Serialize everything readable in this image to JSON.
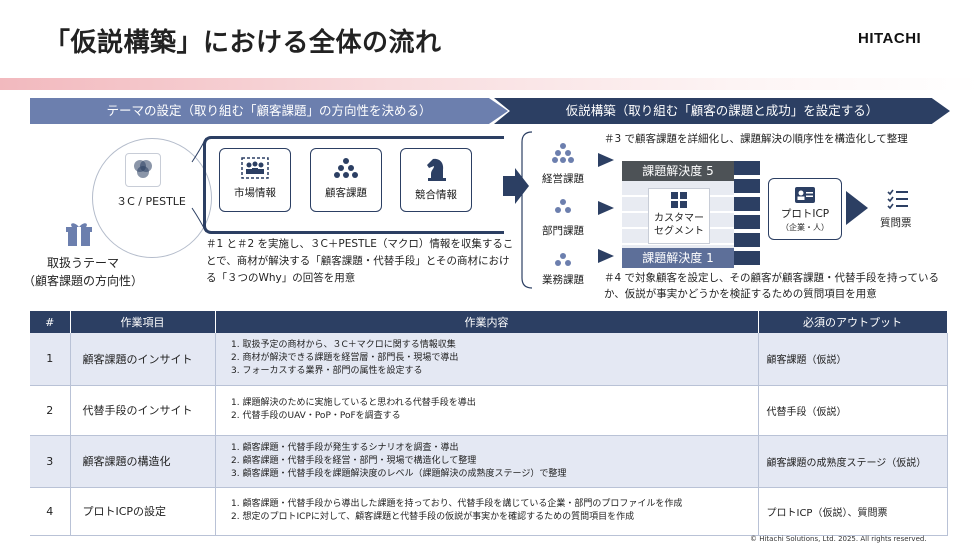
{
  "title": "「仮説構築」における全体の流れ",
  "logo": "HITACHI",
  "phases": [
    "テーマの設定（取り組む「顧客課題」の方向性を決める）",
    "仮説構築（取り組む「顧客の課題と成功」を設定する）"
  ],
  "theme": {
    "circle_label": "３C / PESTLE",
    "caption_line1": "取扱うテーマ",
    "caption_line2": "（顧客課題の方向性）"
  },
  "cards": [
    "市場情報",
    "顧客課題",
    "競合情報"
  ],
  "note1": "＃1 と＃2 を実施し、３C＋PESTLE（マクロ）情報を収集することで、商材が解決する「顧客課題・代替手段」とその商材における「３つのWhy」の回答を用意",
  "levels": [
    "経営課題",
    "部門課題",
    "業務課題"
  ],
  "note3": "＃3 で顧客課題を詳細化し、課題解決の順序性を構造化して整理",
  "stack": {
    "top": "課題解決度 5",
    "bottom": "課題解決度 1",
    "center_line1": "カスタマー",
    "center_line2": "セグメント"
  },
  "proto": {
    "title": "プロトICP",
    "sub": "（企業・人）"
  },
  "questionnaire": "質問票",
  "note4": "＃4 で対象顧客を設定し、その顧客が顧客課題・代替手段を持っているか、仮説が事実かどうかを検証するための質問項目を用意",
  "table": {
    "headers": [
      "#",
      "作業項目",
      "作業内容",
      "必須のアウトプット"
    ],
    "rows": [
      {
        "num": "1",
        "item": "顧客課題のインサイト",
        "content": [
          "取扱予定の商材から、３C＋マクロに関する情報収集",
          "商材が解決できる課題を経営層・部門長・現場で導出",
          "フォーカスする業界・部門の属性を設定する"
        ],
        "output": "顧客課題（仮説）"
      },
      {
        "num": "2",
        "item": "代替手段のインサイト",
        "content": [
          "課題解決のために実施していると思われる代替手段を導出",
          "代替手段のUAV・PoP・PoFを調査する"
        ],
        "output": "代替手段（仮説）"
      },
      {
        "num": "3",
        "item": "顧客課題の構造化",
        "content": [
          "顧客課題・代替手段が発生するシナリオを調査・導出",
          "顧客課題・代替手段を経営・部門・現場で構造化して整理",
          "顧客課題・代替手段を課題解決度のレベル（課題解決の成熟度ステージ）で整理"
        ],
        "output": "顧客課題の成熟度ステージ（仮説）"
      },
      {
        "num": "4",
        "item": "プロトICPの設定",
        "content": [
          "顧客課題・代替手段から導出した課題を持っており、代替手段を講じている企業・部門のプロファイルを作成",
          "想定のプロトICPに対して、顧客課題と代替手段の仮説が事実かを確認するための質問項目を作成"
        ],
        "output": "プロトICP（仮説）、質問票"
      }
    ]
  },
  "copyright": "© Hitachi Solutions, Ltd. 2025. All rights reserved.",
  "colors": {
    "navy": "#2c3f63",
    "phase_light": "#6c7fae",
    "row_alt": "#e4e8f3",
    "accent_red": "#f2b9be"
  }
}
